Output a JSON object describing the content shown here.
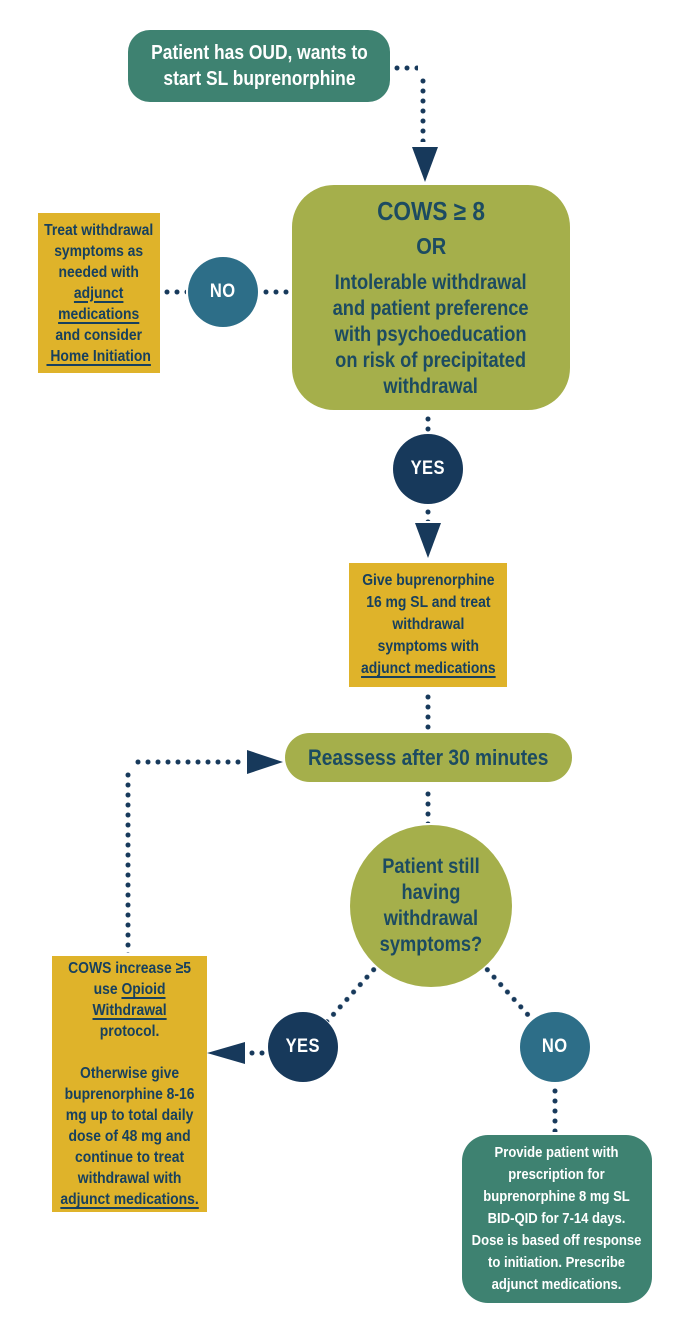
{
  "colors": {
    "teal_box": "#3E8271",
    "olive_node": "#A5AF4B",
    "yellow_box": "#DFB32A",
    "navy_connector": "#17395B",
    "steel_circle": "#2D6E88",
    "text_on_yellow": "#17405E",
    "text_on_olive": "#1C4B61",
    "text_on_dark": "#FFFFFF"
  },
  "nodes": {
    "start": {
      "text": "Patient has OUD, wants to\nstart SL buprenorphine"
    },
    "cows_decision": {
      "title": "COWS ≥ 8",
      "or": "OR",
      "body": "Intolerable withdrawal\nand patient preference\nwith psychoeducation\non risk of precipitated\nwithdrawal"
    },
    "no_top": {
      "label": "NO"
    },
    "home_initiation": {
      "segments": [
        {
          "text": "Treat withdrawal\nsymptoms as\nneeded with\n"
        },
        {
          "text": "adjunct\nmedications",
          "underline": true,
          "name": "adjunct-medications-link"
        },
        {
          "text": "\nand consider\n"
        },
        {
          "text": " Home Initiation",
          "underline": true,
          "name": "home-initiation-link"
        }
      ]
    },
    "yes_top": {
      "label": "YES"
    },
    "give_buprenorphine": {
      "segments": [
        {
          "text": "Give buprenorphine\n16 mg SL and treat\nwithdrawal\nsymptoms with\n"
        },
        {
          "text": "adjunct medications",
          "underline": true,
          "name": "adjunct-medications-link-2"
        }
      ]
    },
    "reassess": {
      "text": "Reassess after 30 minutes"
    },
    "still_symptoms": {
      "text": "Patient still\nhaving\nwithdrawal\nsymptoms?"
    },
    "yes_bottom": {
      "label": "YES"
    },
    "cows_increase": {
      "segments": [
        {
          "text": "COWS increase ≥5\nuse "
        },
        {
          "text": "Opioid\nWithdrawal",
          "underline": true,
          "name": "opioid-withdrawal-link"
        },
        {
          "text": "\nprotocol.\n\nOtherwise give\nbuprenorphine 8-16\nmg up to total daily\ndose of 48 mg and\ncontinue to treat\nwithdrawal with\n"
        },
        {
          "text": "adjunct medications.",
          "underline": true,
          "name": "adjunct-medications-link-3"
        }
      ]
    },
    "no_bottom": {
      "label": "NO"
    },
    "prescription": {
      "text": "Provide patient with\nprescription for\nbuprenorphine 8 mg SL\nBID-QID for 7-14 days.\nDose is based off response\nto initiation. Prescribe\nadjunct medications."
    }
  }
}
